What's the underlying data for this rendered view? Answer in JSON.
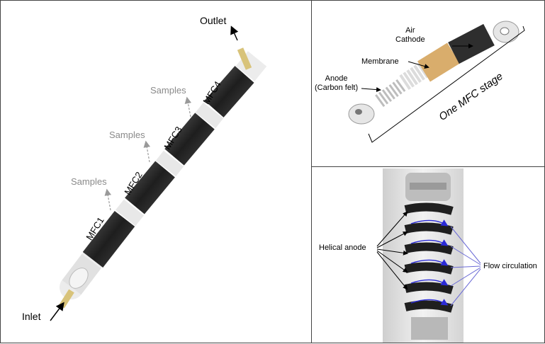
{
  "main_panel": {
    "outlet": "Outlet",
    "inlet": "Inlet",
    "samples": [
      "Samples",
      "Samples",
      "Samples"
    ],
    "stages": [
      "MFC1",
      "MFC2",
      "MFC3",
      "MFC4"
    ]
  },
  "stage_panel": {
    "air_cathode": "Air\nCathode",
    "membrane": "Membrane",
    "anode": "Anode\n(Carbon felt)",
    "one_stage": "One MFC stage"
  },
  "photo_panel": {
    "helical_anode": "Helical anode",
    "flow_circulation": "Flow circulation"
  },
  "colors": {
    "tube": "#2e2e2e",
    "cap": "#e9e9e9",
    "membrane": "#d9ad6c",
    "brass": "#d8c37a",
    "flow_arrow": "#2b2bd6",
    "samples_text": "#8a8a8a"
  }
}
